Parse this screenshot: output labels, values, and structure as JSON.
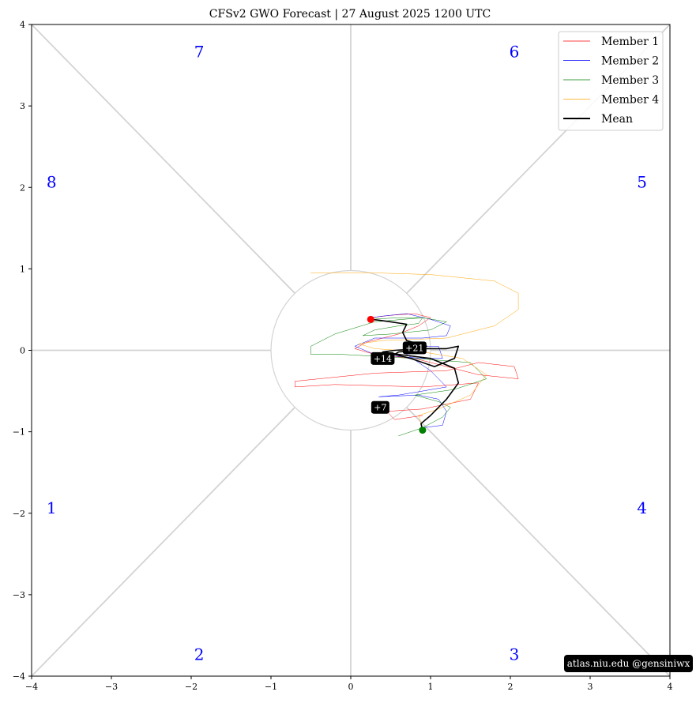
{
  "chart_data": {
    "type": "line",
    "title": "CFSv2 GWO Forecast   |   27  August  2025 1200 UTC",
    "xlim": [
      -4,
      4
    ],
    "ylim": [
      -4,
      4
    ],
    "xticks": [
      "−4",
      "−3",
      "−2",
      "−1",
      "0",
      "1",
      "2",
      "3",
      "4"
    ],
    "yticks": [
      "4",
      "3",
      "2",
      "1",
      "0",
      "−1",
      "−2",
      "−3",
      "−4"
    ],
    "grid": false,
    "legend_position": "top-right",
    "phase_labels": [
      {
        "text": "1",
        "x": -3.75,
        "y": -1.95
      },
      {
        "text": "2",
        "x": -1.9,
        "y": -3.75
      },
      {
        "text": "3",
        "x": 2.05,
        "y": -3.75
      },
      {
        "text": "4",
        "x": 3.65,
        "y": -1.95
      },
      {
        "text": "5",
        "x": 3.65,
        "y": 2.05
      },
      {
        "text": "6",
        "x": 2.05,
        "y": 3.65
      },
      {
        "text": "7",
        "x": -1.9,
        "y": 3.65
      },
      {
        "text": "8",
        "x": -3.75,
        "y": 2.05
      }
    ],
    "series": [
      {
        "name": "Member 1",
        "color": "#ff0000",
        "width": 0.5,
        "x": [
          0.9,
          0.55,
          0.45,
          0.9,
          1.5,
          1.6,
          0.9,
          -0.2,
          -0.7,
          -0.7,
          0.3,
          1.2,
          1.6,
          2.05,
          2.1,
          1.6,
          0.8,
          0.3,
          0.05,
          0.2,
          0.6,
          0.85,
          1.0,
          0.8,
          0.5,
          0.25
        ],
        "y": [
          -0.8,
          -0.85,
          -0.75,
          -0.72,
          -0.6,
          -0.4,
          -0.45,
          -0.42,
          -0.45,
          -0.38,
          -0.28,
          -0.25,
          -0.15,
          -0.2,
          -0.35,
          -0.3,
          -0.1,
          -0.05,
          0.02,
          0.1,
          0.2,
          0.3,
          0.4,
          0.45,
          0.43,
          0.4
        ]
      },
      {
        "name": "Member 2",
        "color": "#0000ff",
        "width": 0.5,
        "x": [
          0.9,
          1.15,
          1.2,
          1.1,
          0.85,
          0.35,
          0.6,
          1.2,
          1.0,
          0.7,
          0.8,
          1.1,
          1.15,
          0.9,
          0.3,
          0.05,
          0.3,
          0.9,
          1.2,
          1.25,
          1.0,
          0.7,
          0.4,
          0.25
        ],
        "y": [
          -0.95,
          -0.92,
          -0.75,
          -0.6,
          -0.55,
          -0.57,
          -0.55,
          -0.45,
          -0.25,
          -0.05,
          0.05,
          0.05,
          -0.1,
          -0.1,
          -0.05,
          0.05,
          0.15,
          0.15,
          0.18,
          0.3,
          0.38,
          0.45,
          0.42,
          0.4
        ]
      },
      {
        "name": "Member 3",
        "color": "#008000",
        "width": 0.5,
        "x": [
          0.6,
          0.9,
          1.15,
          1.25,
          1.1,
          0.8,
          1.3,
          1.7,
          1.5,
          0.8,
          -0.1,
          -0.5,
          -0.5,
          -0.2,
          0.3,
          0.9,
          1.2,
          1.0,
          0.5,
          0.15,
          0.3,
          0.6,
          0.85,
          0.9,
          0.6,
          0.25
        ],
        "y": [
          -1.05,
          -0.95,
          -0.82,
          -0.7,
          -0.63,
          -0.55,
          -0.48,
          -0.35,
          -0.15,
          -0.1,
          -0.05,
          -0.05,
          0.05,
          0.2,
          0.35,
          0.4,
          0.35,
          0.25,
          0.2,
          0.18,
          0.25,
          0.3,
          0.33,
          0.4,
          0.4,
          0.38
        ]
      },
      {
        "name": "Member 4",
        "color": "#ffa500",
        "width": 0.5,
        "x": [
          0.9,
          0.85,
          1.1,
          1.5,
          1.7,
          1.4,
          0.9,
          0.3,
          0.1,
          0.4,
          1.2,
          1.8,
          2.1,
          2.1,
          1.8,
          1.0,
          0.3,
          -0.5
        ],
        "y": [
          -0.95,
          -0.8,
          -0.72,
          -0.55,
          -0.3,
          -0.1,
          -0.02,
          0.02,
          0.08,
          0.12,
          0.15,
          0.3,
          0.5,
          0.7,
          0.85,
          0.93,
          0.95,
          0.95
        ]
      },
      {
        "name": "Mean",
        "color": "#000000",
        "width": 1.6,
        "x": [
          0.9,
          0.88,
          1.0,
          1.2,
          1.35,
          1.3,
          1.0,
          0.6,
          0.4,
          0.55,
          0.9,
          1.2,
          1.35,
          1.3,
          1.05,
          0.75,
          0.55,
          0.6,
          0.85,
          0.95,
          0.7,
          0.65,
          0.7,
          0.5,
          0.35,
          0.25
        ],
        "y": [
          -0.98,
          -0.9,
          -0.8,
          -0.6,
          -0.4,
          -0.22,
          -0.1,
          -0.05,
          -0.02,
          0.0,
          0.02,
          0.02,
          0.05,
          -0.1,
          -0.2,
          -0.1,
          -0.05,
          -0.02,
          0.0,
          0.05,
          0.12,
          0.22,
          0.32,
          0.35,
          0.37,
          0.38
        ]
      }
    ],
    "start_point": {
      "x": 0.9,
      "y": -0.98,
      "color": "#008000"
    },
    "end_point": {
      "x": 0.25,
      "y": 0.38,
      "color": "#ff0000"
    },
    "lead_labels": [
      {
        "text": "+7",
        "x": 0.37,
        "y": -0.7
      },
      {
        "text": "+14",
        "x": 0.4,
        "y": -0.1
      },
      {
        "text": "+21",
        "x": 0.8,
        "y": 0.03
      }
    ],
    "credit": "atlas.niu.edu  @gensiniwx"
  }
}
